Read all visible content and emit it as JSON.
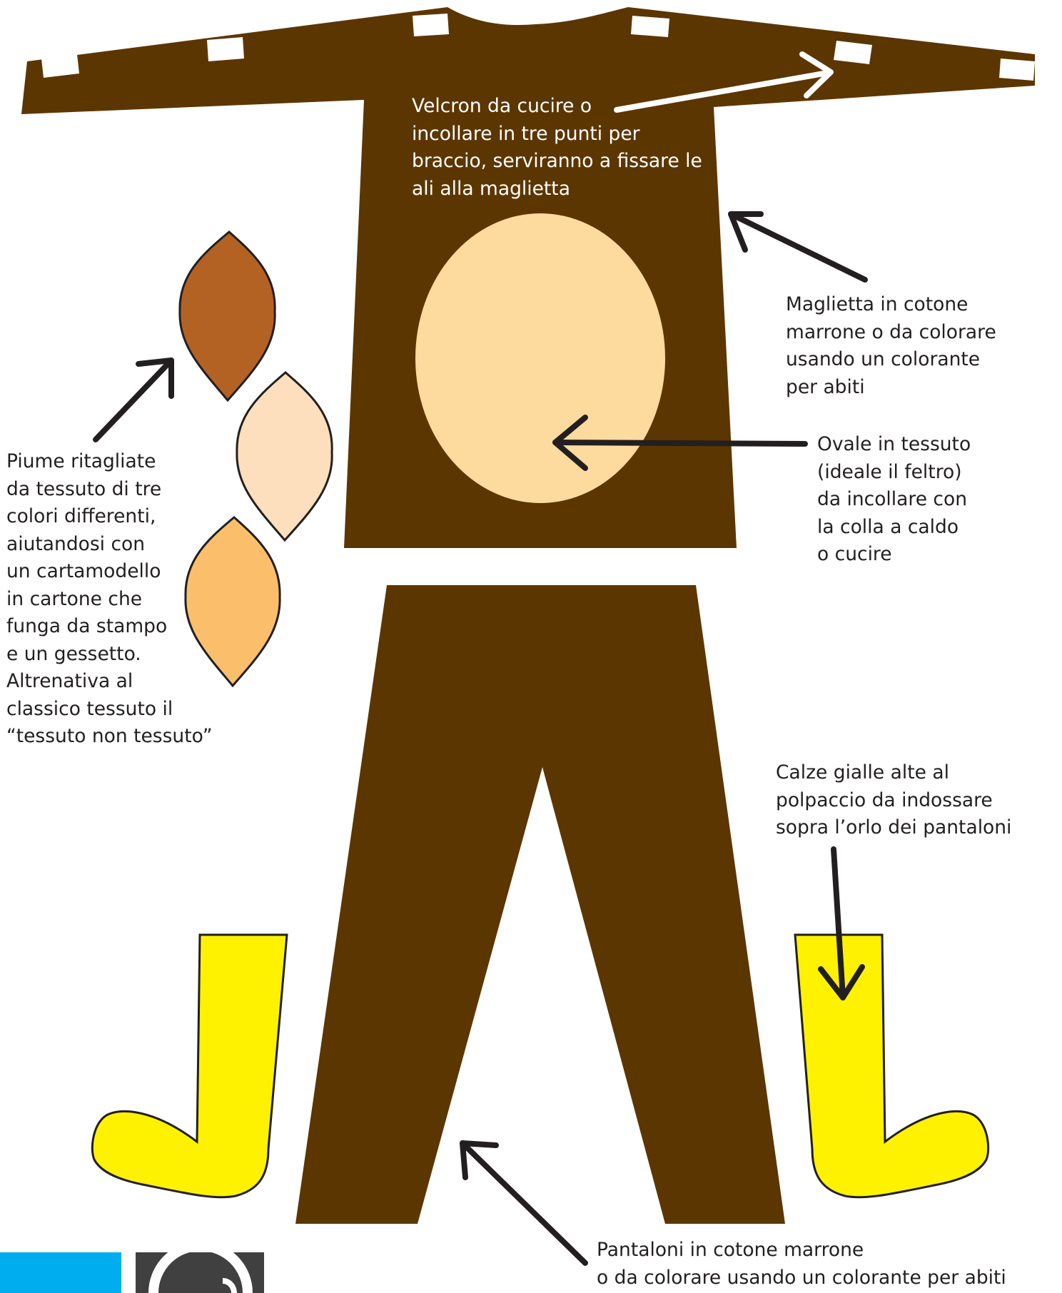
{
  "colors": {
    "garment": "#5c3600",
    "oval": "#fddb9e",
    "velcro": "#ffffff",
    "feather_dark": "#b36224",
    "feather_light": "#fddfbd",
    "feather_mid": "#fbbf6b",
    "sock": "#fff200",
    "arrow": "#231f20",
    "text": "#231f20",
    "blue_corner": "#00aeef",
    "dark_corner": "#404040"
  },
  "icons": {
    "arrow": "arrow-icon",
    "corner_logo": "creative-commons-icon"
  },
  "labels": {
    "velcro": "Velcron da cucire o\nincollare in tre punti per\nbraccio, serviranno a fissare le\nali alla maglietta",
    "shirt": "Maglietta in cotone\nmarrone o da colorare\nusando un colorante\nper abiti",
    "oval": "Ovale in tessuto\n(ideale il feltro)\nda incollare con\nla colla a caldo\no cucire",
    "feathers": "Piume ritagliate\nda tessuto di tre\ncolori differenti,\naiutandosi con\nun cartamodello\nin cartone che\nfunga da stampo\ne un gessetto.\nAltrenativa al\nclassico tessuto il\n“tessuto non tessuto”",
    "socks": "Calze gialle alte al\npolpaccio da indossare\nsopra l’orlo dei pantaloni",
    "pants": "Pantaloni in cotone marrone\no da colorare usando un colorante per abiti"
  }
}
